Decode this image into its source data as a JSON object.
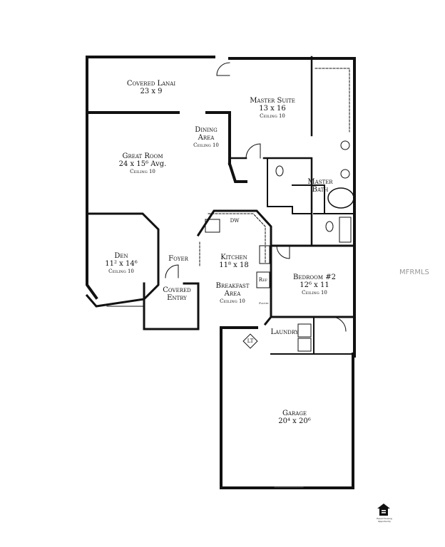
{
  "rooms": {
    "lanai": {
      "name": "Covered Lanai",
      "dims": "23 x 9"
    },
    "master_suite": {
      "name": "Master Suite",
      "dims": "13 x 16",
      "ceiling": "Ceiling 10"
    },
    "dining": {
      "name1": "Dining",
      "name2": "Area",
      "ceiling": "Ceiling 10"
    },
    "great_room": {
      "name": "Great Room",
      "dims": "24 x 15⁶ Avg.",
      "ceiling": "Ceiling 10"
    },
    "master_bath": {
      "name1": "Master",
      "name2": "Bath"
    },
    "den": {
      "name": "Den",
      "dims": "11² x 14⁶",
      "ceiling": "Ceiling 10"
    },
    "foyer": {
      "name": "Foyer"
    },
    "kitchen": {
      "name": "Kitchen",
      "dims": "11⁸ x 18"
    },
    "breakfast": {
      "name1": "Breakfast",
      "name2": "Area",
      "ceiling": "Ceiling 10"
    },
    "covered_entry": {
      "name1": "Covered",
      "name2": "Entry"
    },
    "bedroom2": {
      "name": "Bedroom #2",
      "dims": "12⁶ x 11",
      "ceiling": "Ceiling 10"
    },
    "laundry": {
      "name": "Laundry"
    },
    "garage": {
      "name": "Garage",
      "dims": "20⁴ x 20⁶"
    }
  },
  "fixtures": {
    "dw": "DW",
    "ref": "Ref",
    "pantry": "Pantry",
    "lt": "LT"
  },
  "watermark": "MFRMLS",
  "equal_housing_logo": {
    "icon": "equal-housing-icon",
    "text": "Equal Housing Opportunity"
  }
}
